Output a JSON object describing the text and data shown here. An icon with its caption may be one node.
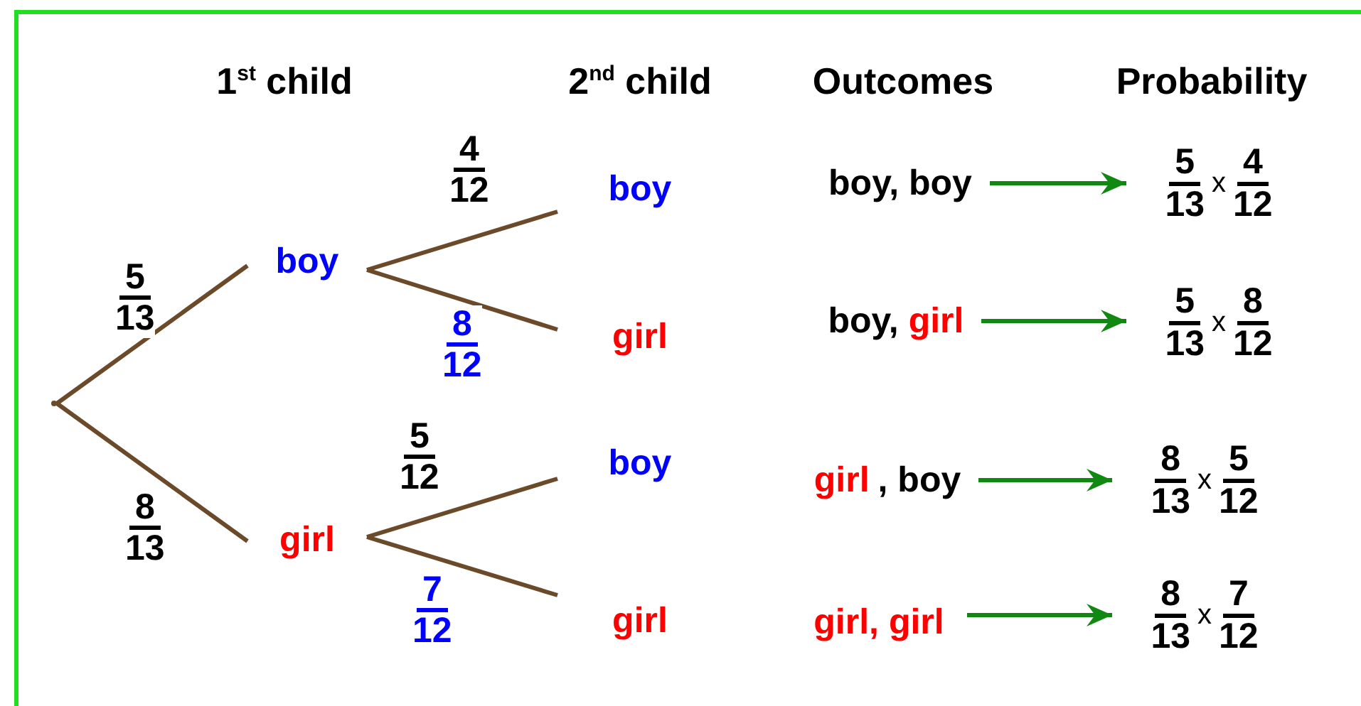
{
  "diagram": {
    "nodes": [
      {
        "text": [],
        "shape": "point"
      },
      {
        "text": [
          "boy"
        ]
      },
      {
        "text": [
          "girl"
        ]
      },
      {
        "text": [
          "boy"
        ]
      },
      {
        "text": [
          "girl"
        ]
      },
      {
        "text": [
          "boy"
        ]
      },
      {
        "text": [
          "girl"
        ]
      },
      {
        "text": [
          "boy, boy"
        ]
      },
      {
        "text": [
          "boy,",
          "girl"
        ]
      },
      {
        "text": [
          "girl",
          ", boy"
        ]
      },
      {
        "text": [
          "girl, girl"
        ]
      },
      {
        "text": [
          "5 13",
          "x",
          "4 12"
        ]
      },
      {
        "text": [
          "5 13",
          "x",
          "8 12"
        ]
      },
      {
        "text": [
          "8 13",
          "x",
          "5 12"
        ]
      },
      {
        "text": [
          "8 13",
          "x",
          "7 12"
        ]
      }
    ],
    "edges": [
      {
        "from": 0,
        "to": 1,
        "arrow": "none",
        "label": "5 13"
      },
      {
        "from": 0,
        "to": 2,
        "arrow": "none",
        "label": "8 13"
      },
      {
        "from": 1,
        "to": 3,
        "arrow": "none",
        "label": "4 12"
      },
      {
        "from": 1,
        "to": 4,
        "arrow": "none",
        "label": "8 12"
      },
      {
        "from": 2,
        "to": 5,
        "arrow": "none",
        "label": "5 12"
      },
      {
        "from": 2,
        "to": 6,
        "arrow": "none",
        "label": "7 12"
      },
      {
        "from": 7,
        "to": 11,
        "arrow": "to",
        "color": "#118811"
      },
      {
        "from": 8,
        "to": 12,
        "arrow": "to",
        "color": "#118811"
      },
      {
        "from": 9,
        "to": 13,
        "arrow": "to",
        "color": "#118811"
      },
      {
        "from": 10,
        "to": 14,
        "arrow": "to",
        "color": "#118811"
      }
    ],
    "labels": [
      "1$^{st}$ child",
      "2$^{nd}$ child",
      "Outcomes",
      "Probability"
    ]
  }
}
